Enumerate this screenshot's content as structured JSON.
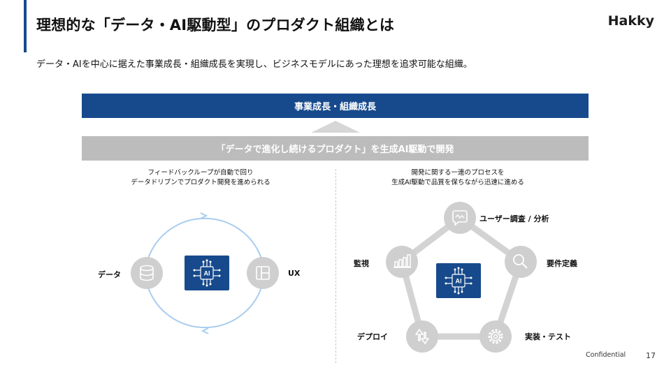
{
  "header": {
    "title": "理想的な「データ・AI駆動型」のプロダクト組織とは",
    "brand": "Hakky"
  },
  "subtitle": "データ・AIを中心に据えた事業成長・組織成長を実現し、ビジネスモデルにあった理想を追求可能な組織。",
  "banners": {
    "top": "事業成長・組織成長",
    "middle": "「データで進化し続けるプロダクト」を生成AI駆動で開発"
  },
  "left_panel": {
    "caption_line1": "フィードバックループが自動で回り",
    "caption_line2": "データドリブンでプロダクト開発を進められる",
    "node_left": "データ",
    "node_right": "UX",
    "center_icon": "ai-chip-icon"
  },
  "right_panel": {
    "caption_line1": "開発に関する一連のプロセスを",
    "caption_line2": "生成AI駆動で品質を保ちながら迅速に進める",
    "nodes": [
      "ユーザー調査 / 分析",
      "要件定義",
      "実装・テスト",
      "デプロイ",
      "監視"
    ],
    "center_icon": "ai-chip-icon"
  },
  "footer": {
    "confidential": "Confidential",
    "page": "17"
  },
  "colors": {
    "brand_blue": "#174a8c",
    "gray_banner": "#bcbcbc",
    "cycle_line": "#a9cdef",
    "node_gray": "#cfcfcf"
  }
}
